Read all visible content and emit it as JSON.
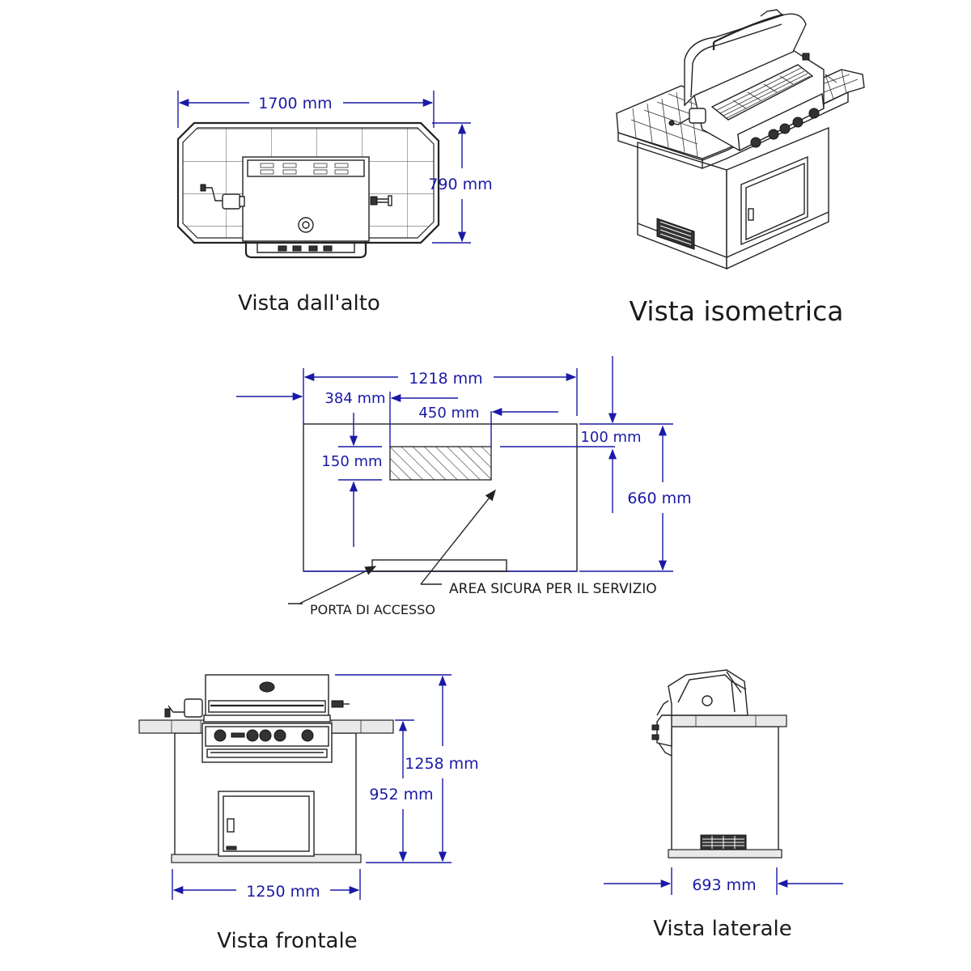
{
  "views": {
    "top": {
      "caption": "Vista dall'alto",
      "width": "1700 mm",
      "depth": "790 mm"
    },
    "isometric": {
      "caption": "Vista isometrica"
    },
    "clearance": {
      "overall_width": "1218 mm",
      "left_offset": "384 mm",
      "cutout_width": "450 mm",
      "top_offset": "100 mm",
      "cutout_height": "150 mm",
      "overall_height": "660 mm",
      "service_label": "AREA SICURA PER IL SERVIZIO",
      "door_label": "PORTA DI ACCESSO"
    },
    "front": {
      "caption": "Vista frontale",
      "total_height": "1258 mm",
      "counter_height": "952 mm",
      "width": "1250 mm"
    },
    "side": {
      "caption": "Vista laterale",
      "depth": "693 mm"
    }
  },
  "colors": {
    "dimension": "#1a1aa6",
    "line": "#222222"
  }
}
